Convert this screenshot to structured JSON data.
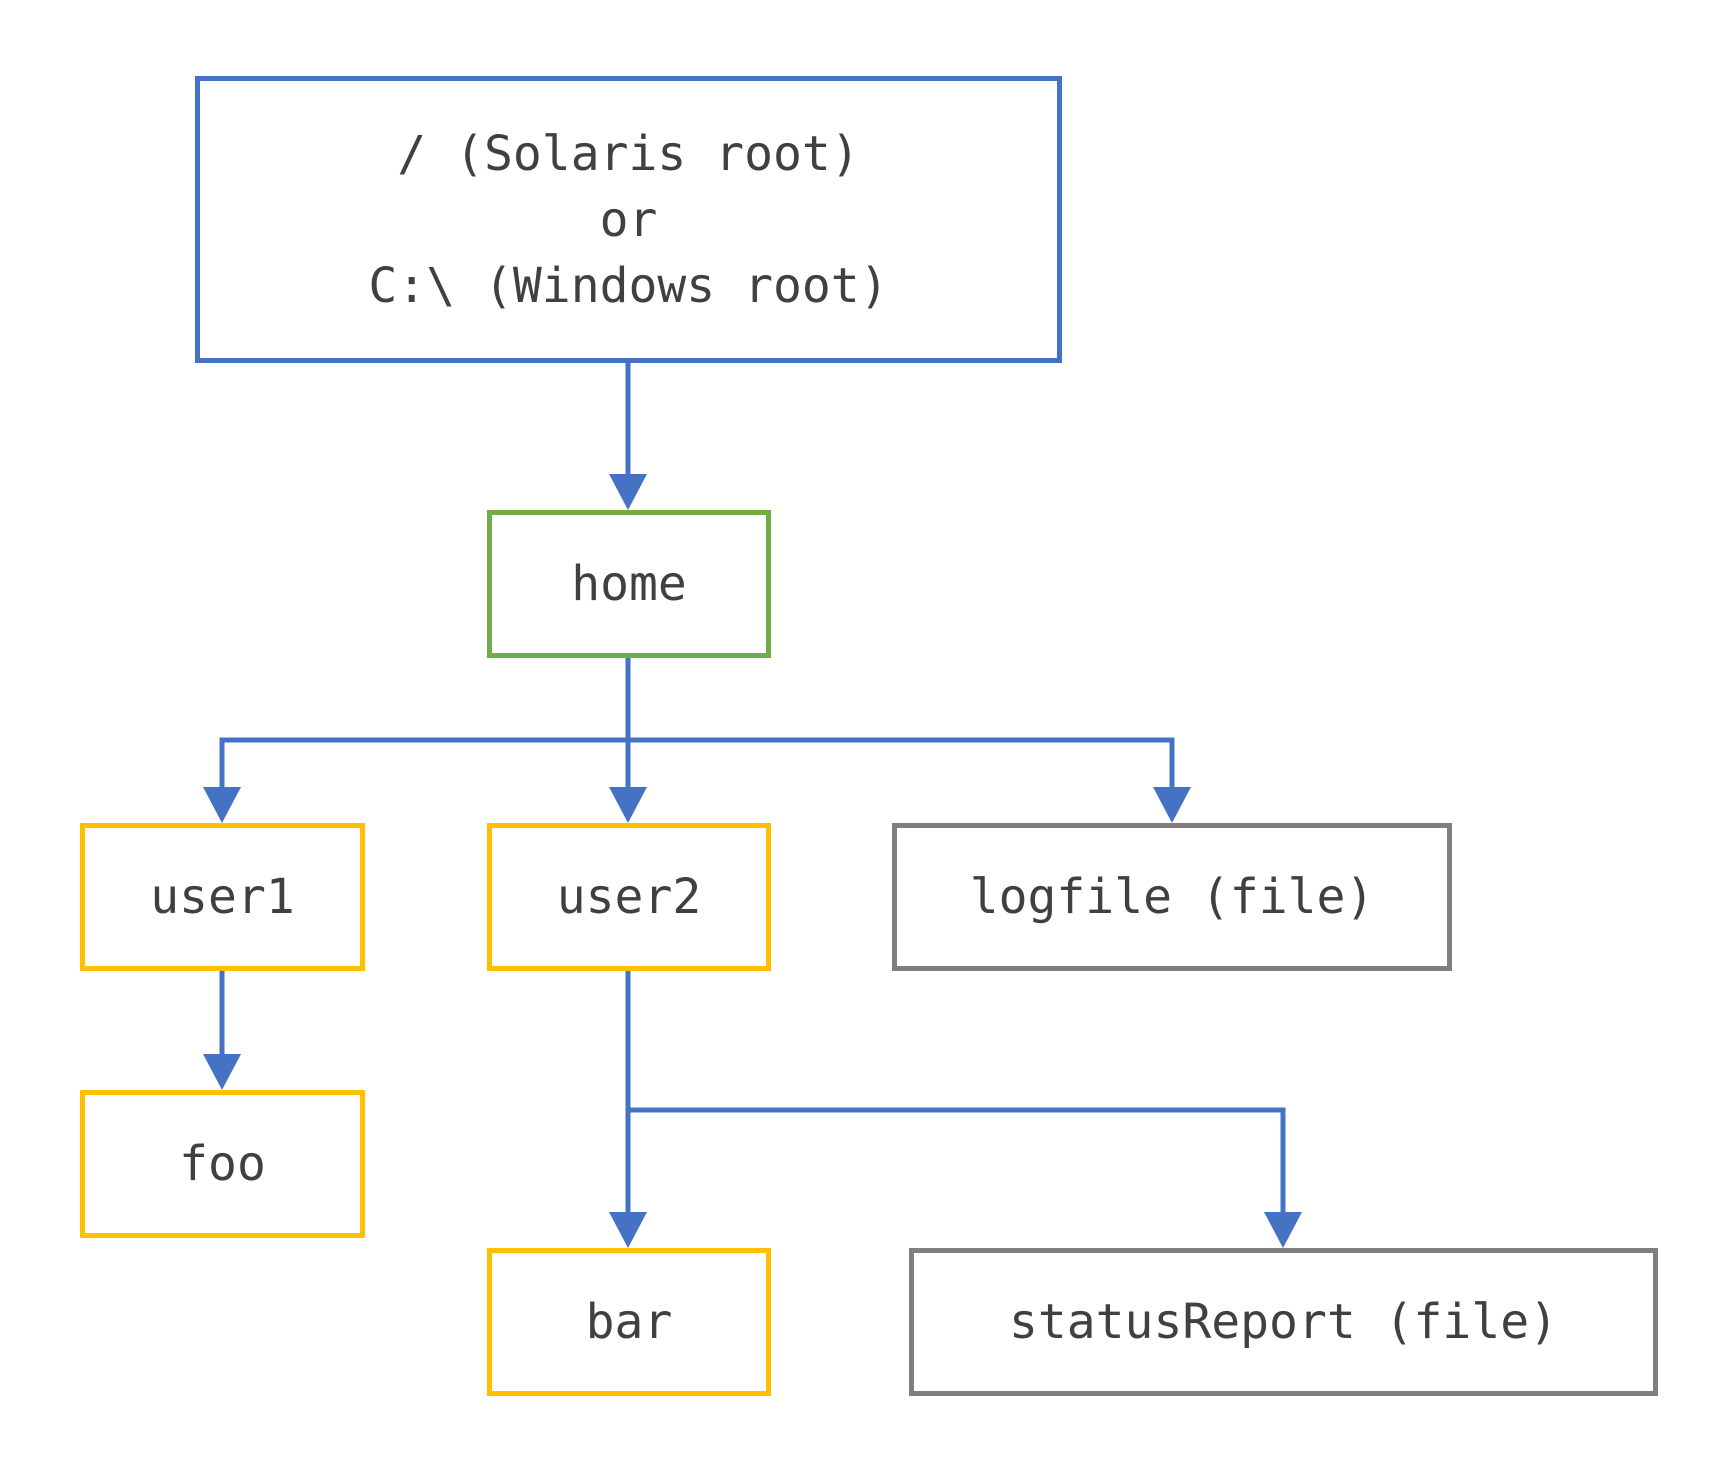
{
  "diagram": {
    "colors": {
      "arrow": "#4472c4",
      "root_border": "#4472c4",
      "home_border": "#70ad47",
      "directory_border": "#ffc000",
      "file_border": "#7f7f7f",
      "text": "#404040"
    },
    "nodes": {
      "root": {
        "line1": "/ (Solaris root)",
        "line2": "or",
        "line3": "C:\\ (Windows root)"
      },
      "home": {
        "label": "home"
      },
      "user1": {
        "label": "user1"
      },
      "user2": {
        "label": "user2"
      },
      "logfile": {
        "label": "logfile (file)"
      },
      "foo": {
        "label": "foo"
      },
      "bar": {
        "label": "bar"
      },
      "statusReport": {
        "label": "statusReport (file)"
      }
    },
    "edges": [
      {
        "from": "root",
        "to": "home"
      },
      {
        "from": "home",
        "to": "user1"
      },
      {
        "from": "home",
        "to": "user2"
      },
      {
        "from": "home",
        "to": "logfile"
      },
      {
        "from": "user1",
        "to": "foo"
      },
      {
        "from": "user2",
        "to": "bar"
      },
      {
        "from": "user2",
        "to": "statusReport"
      }
    ]
  }
}
